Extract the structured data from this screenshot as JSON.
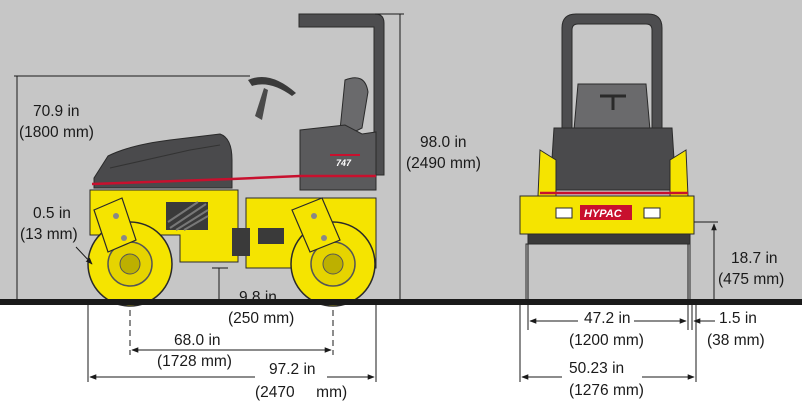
{
  "side_view": {
    "model_badge": "747",
    "overall_height": {
      "imperial": "70.9 in",
      "metric": "(1800 mm)"
    },
    "drum_overhang": {
      "imperial": "0.5 in",
      "metric": "(13 mm)"
    },
    "total_height": {
      "imperial": "98.0 in",
      "metric": "(2490 mm)"
    },
    "ground_clearance": {
      "imperial": "9.8 in",
      "metric": "(250 mm)"
    },
    "wheelbase": {
      "imperial": "68.0 in",
      "metric": "(1728 mm)"
    },
    "overall_length": {
      "imperial": "97.2 in",
      "metric": "(2470     mm)"
    }
  },
  "front_view": {
    "brand_label": "HYPAC",
    "curb_clearance_height": {
      "imperial": "18.7 in",
      "metric": "(475 mm)"
    },
    "drum_width": {
      "imperial": "47.2 in",
      "metric": "(1200 mm)"
    },
    "side_clearance": {
      "imperial": "1.5 in",
      "metric": "(38 mm)"
    },
    "overall_width": {
      "imperial": "50.23 in",
      "metric": "(1276 mm)"
    }
  },
  "colors": {
    "background": "#c6c6c6",
    "machine_yellow": "#f5e400",
    "machine_grey": "#4a4a4c",
    "stripe_red": "#c8102e",
    "ground": "#1a1a1a"
  }
}
